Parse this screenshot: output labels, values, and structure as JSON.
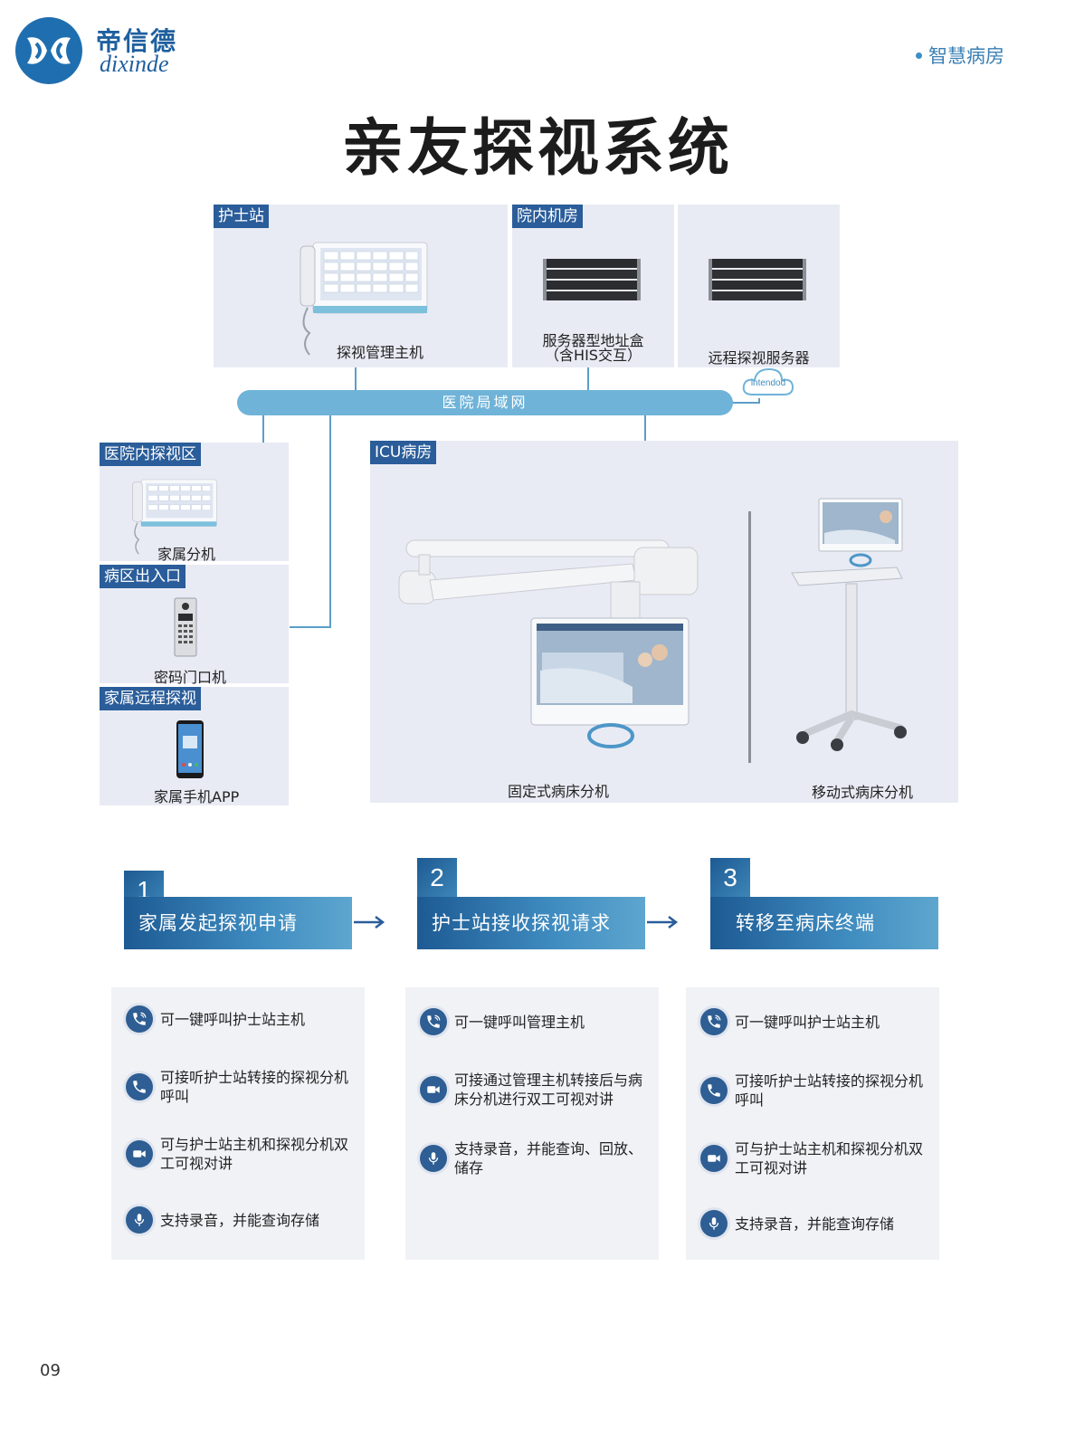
{
  "header": {
    "brand_cn": "帝信德",
    "brand_en": "dixinde",
    "category": "智慧病房",
    "title": "亲友探视系统"
  },
  "diagram": {
    "nurse_station": {
      "tag": "护士站",
      "device": "探视管理主机"
    },
    "server_room": {
      "tag": "院内机房",
      "device_line1": "服务器型地址盒",
      "device_line2": "（含HIS交互）"
    },
    "remote_server": {
      "device": "远程探视服务器",
      "cloud_label": "intendod"
    },
    "network": "医院局域网",
    "visit_area": {
      "tag": "医院内探视区",
      "device": "家属分机"
    },
    "ward_entrance": {
      "tag": "病区出入口",
      "device": "密码门口机"
    },
    "remote_visit": {
      "tag": "家属远程探视",
      "device": "家属手机APP"
    },
    "icu": {
      "tag": "ICU病房",
      "fixed": "固定式病床分机",
      "mobile": "移动式病床分机"
    }
  },
  "steps": [
    {
      "num": "1",
      "title": "家属发起探视申请",
      "features": [
        {
          "icon": "phone-call-icon",
          "text": "可一键呼叫护士站主机"
        },
        {
          "icon": "phone-icon",
          "text": "可接听护士站转接的探视分机呼叫"
        },
        {
          "icon": "video-icon",
          "text": "可与护士站主机和探视分机双工可视对讲"
        },
        {
          "icon": "microphone-icon",
          "text": "支持录音，并能查询存储"
        }
      ]
    },
    {
      "num": "2",
      "title": "护士站接收探视请求",
      "features": [
        {
          "icon": "phone-call-icon",
          "text": "可一键呼叫管理主机"
        },
        {
          "icon": "video-icon",
          "text": "可接通过管理主机转接后与病床分机进行双工可视对讲"
        },
        {
          "icon": "microphone-icon",
          "text": "支持录音，并能查询、回放、储存"
        }
      ]
    },
    {
      "num": "3",
      "title": "转移至病床终端",
      "features": [
        {
          "icon": "phone-call-icon",
          "text": "可一键呼叫护士站主机"
        },
        {
          "icon": "phone-icon",
          "text": "可接听护士站转接的探视分机呼叫"
        },
        {
          "icon": "video-icon",
          "text": "可与护士站主机和探视分机双工可视对讲"
        },
        {
          "icon": "microphone-icon",
          "text": "支持录音，并能查询存储"
        }
      ]
    }
  ],
  "footer": {
    "page": "09"
  },
  "colors": {
    "primary": "#2a5d9a",
    "network": "#6fb3d8",
    "panel": "#e9ebf4"
  }
}
